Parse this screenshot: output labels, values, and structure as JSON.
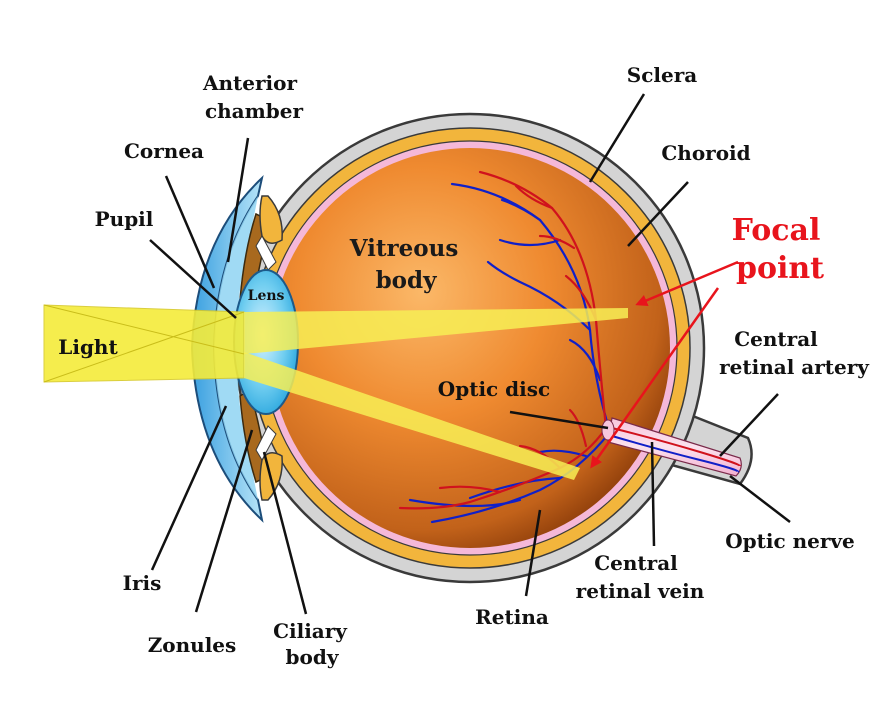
{
  "labels": {
    "anterior_chamber": [
      "Anterior",
      "chamber"
    ],
    "cornea": "Cornea",
    "pupil": "Pupil",
    "lens": "Lens",
    "light": "Light",
    "sclera": "Sclera",
    "choroid": "Choroid",
    "focal_point": [
      "Focal",
      "point"
    ],
    "vitreous_body": [
      "Vitreous",
      "body"
    ],
    "central_retinal_artery": [
      "Central",
      "retinal artery"
    ],
    "optic_disc": "Optic disc",
    "optic_nerve": "Optic nerve",
    "central_retinal_vein": [
      "Central",
      "retinal vein"
    ],
    "retina": "Retina",
    "iris": "Iris",
    "zonules": "Zonules",
    "ciliary_body": [
      "Ciliary",
      "body"
    ]
  },
  "colors": {
    "label_text": "#111111",
    "focal_text": "#e8141c",
    "focal_arrow": "#e8141c",
    "sclera": "#d4d4d4",
    "choroid": "#f2b53c",
    "retina": "#f5b8d8",
    "vitreous_center": "#f9a65a",
    "vitreous_edge": "#a04a0c",
    "light_beam": "#f5ec3a",
    "lens": "#2ab2e6",
    "artery": "#d0121d",
    "vein": "#1020c8"
  }
}
